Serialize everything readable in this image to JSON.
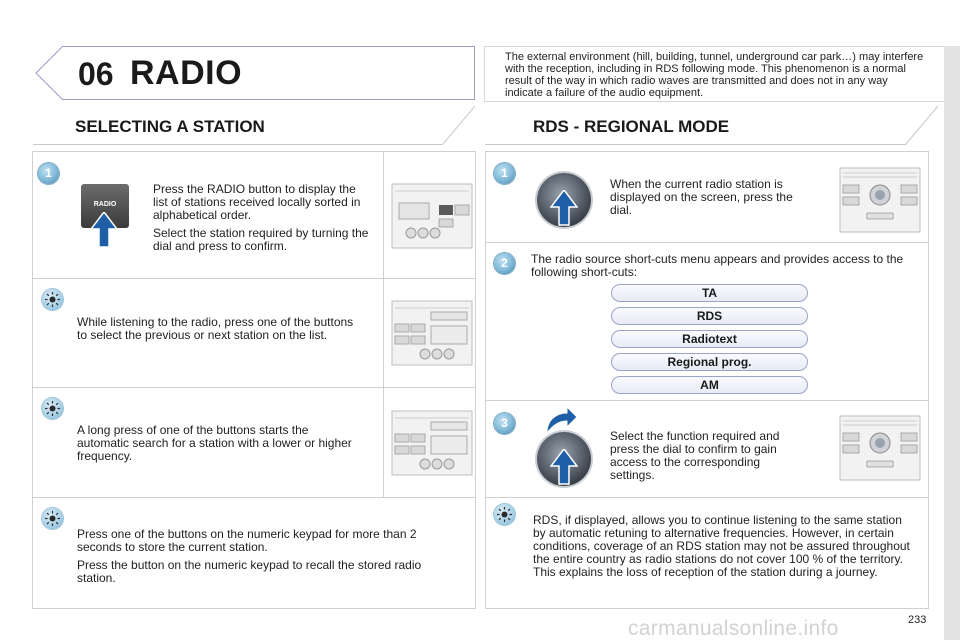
{
  "header": {
    "chapter_number": "06",
    "chapter_title": "RADIO"
  },
  "top_note": "The external environment (hill, building, tunnel, underground car park…) may interfere with the reception, including in RDS following mode. This phenomenon is a normal result of the way in which radio waves are transmitted and does not in any way indicate a failure of the audio equipment.",
  "left": {
    "title": "SELECTING A STATION",
    "step1": {
      "number": "1",
      "button_label": "RADIO",
      "paragraphs": [
        "Press the RADIO button to display the list of stations received locally sorted in alphabetical order.",
        "Select the station required by turning the dial and press to confirm."
      ]
    },
    "tip1": "While listening to the radio, press one of the buttons to select the previous or next station on the list.",
    "tip2": "A long press of one of the buttons starts the automatic search for a station with a lower or higher frequency.",
    "tip3": [
      "Press one of the buttons on the numeric keypad for more than 2 seconds to store the current station.",
      "Press the button on the numeric keypad to recall the stored radio station."
    ]
  },
  "right": {
    "title": "RDS - REGIONAL MODE",
    "step1": {
      "number": "1",
      "text": "When the current radio station is displayed on the screen, press the dial."
    },
    "step2": {
      "number": "2",
      "text": "The radio source short-cuts menu appears and provides access to the following short-cuts:",
      "shortcuts": [
        "TA",
        "RDS",
        "Radiotext",
        "Regional prog.",
        "AM"
      ]
    },
    "step3": {
      "number": "3",
      "text": "Select the function required and press the dial to confirm to gain access to the corresponding settings."
    },
    "tip": "RDS, if displayed, allows you to continue listening to the same station by automatic retuning to alternative frequencies. However, in certain conditions, coverage of an RDS station may not be assured throughout the entire country as radio stations do not cover 100 % of the territory. This explains the loss of reception of the station during a journey."
  },
  "page_number": "233",
  "watermark": "carmanualsonline.info"
}
